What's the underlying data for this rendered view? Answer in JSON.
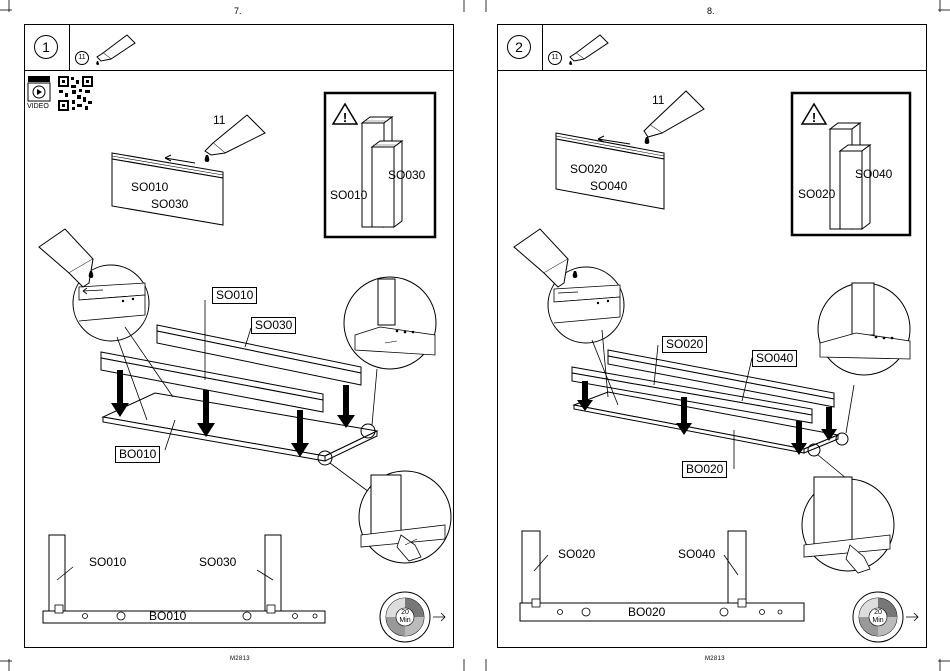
{
  "pages": {
    "left_number": "7.",
    "right_number": "8."
  },
  "footer": {
    "left_code": "M2813",
    "right_code": "M2813"
  },
  "step1": {
    "step_number": "1",
    "glue_badge": "11",
    "video_label": "VIDEO",
    "glue_number": "11",
    "detail_top_label1": "SO010",
    "detail_top_label2": "SO030",
    "warning_label1": "SO010",
    "warning_label2": "SO030",
    "part_label_a": "SO010",
    "part_label_b": "SO030",
    "base_label": "BO010",
    "bottom_label_a": "SO010",
    "bottom_label_b": "SO030",
    "bottom_base_label": "BO010",
    "timer_value": "20",
    "timer_unit": "Min"
  },
  "step2": {
    "step_number": "2",
    "glue_badge": "11",
    "glue_number": "11",
    "detail_top_label1": "SO020",
    "detail_top_label2": "SO040",
    "warning_label1": "SO020",
    "warning_label2": "SO040",
    "part_label_a": "SO020",
    "part_label_b": "SO040",
    "base_label": "BO020",
    "bottom_label_a": "SO020",
    "bottom_label_b": "SO040",
    "bottom_base_label": "BO020",
    "timer_value": "20",
    "timer_unit": "Min"
  }
}
